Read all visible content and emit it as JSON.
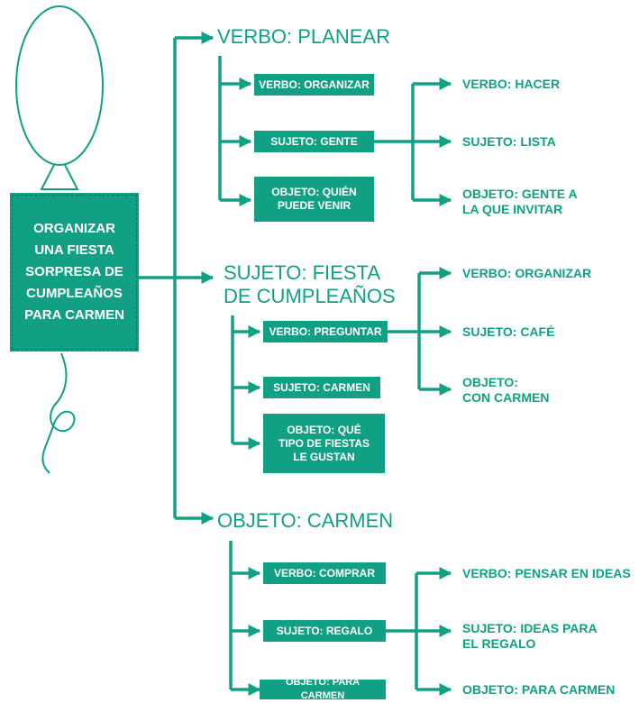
{
  "colors": {
    "accent": "#12a085",
    "white": "#ffffff"
  },
  "main": {
    "label": "ORGANIZAR\nUNA FIESTA\nSORPRESA DE\nCUMPLEAÑOS\nPARA CARMEN"
  },
  "groups": [
    {
      "title": "VERBO: PLANEAR",
      "children": [
        {
          "label": "VERBO: ORGANIZAR"
        },
        {
          "label": "SUJETO: GENTE"
        },
        {
          "label": "OBJETO: QUIÉN\nPUEDE VENIR"
        }
      ],
      "leaves": [
        {
          "label": "VERBO: HACER"
        },
        {
          "label": "SUJETO: LISTA"
        },
        {
          "label": "OBJETO: GENTE A\nLA QUE INVITAR"
        }
      ]
    },
    {
      "title": "SUJETO: FIESTA\nDE CUMPLEAÑOS",
      "children": [
        {
          "label": "VERBO: PREGUNTAR"
        },
        {
          "label": "SUJETO: CARMEN"
        },
        {
          "label": "OBJETO: QUÉ\nTIPO DE FIESTAS\nLE GUSTAN"
        }
      ],
      "leaves": [
        {
          "label": "VERBO: ORGANIZAR"
        },
        {
          "label": "SUJETO: CAFÉ"
        },
        {
          "label": "OBJETO:\nCON CARMEN"
        }
      ]
    },
    {
      "title": "OBJETO: CARMEN",
      "children": [
        {
          "label": "VERBO: COMPRAR"
        },
        {
          "label": "SUJETO: REGALO"
        },
        {
          "label": "OBJETO: PARA CARMEN"
        }
      ],
      "leaves": [
        {
          "label": "VERBO: PENSAR EN IDEAS"
        },
        {
          "label": "SUJETO: IDEAS PARA\n          EL REGALO"
        },
        {
          "label": "OBJETO: PARA CARMEN"
        }
      ]
    }
  ]
}
